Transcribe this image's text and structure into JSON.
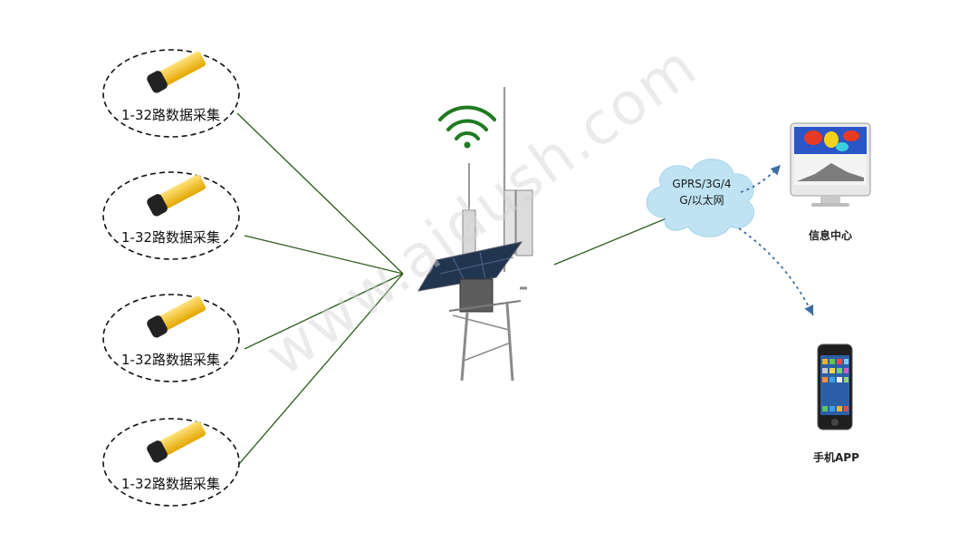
{
  "sensors": [
    {
      "label": "1-32路数据采集"
    },
    {
      "label": "1-32路数据采集"
    },
    {
      "label": "1-32路数据采集"
    },
    {
      "label": "1-32路数据采集"
    }
  ],
  "network": {
    "line1": "GPRS/3G/4",
    "line2": "G/以太网"
  },
  "endpoints": {
    "info_center": "信息中心",
    "mobile_app": "手机APP"
  },
  "watermark": "www.aidush.com",
  "colors": {
    "link_line": "#2d5a1b",
    "wifi": "#1f7a1f",
    "cloud": "#bfe3f3",
    "arrow": "#3d6e9e",
    "sensor_body": "#f2c12e"
  }
}
